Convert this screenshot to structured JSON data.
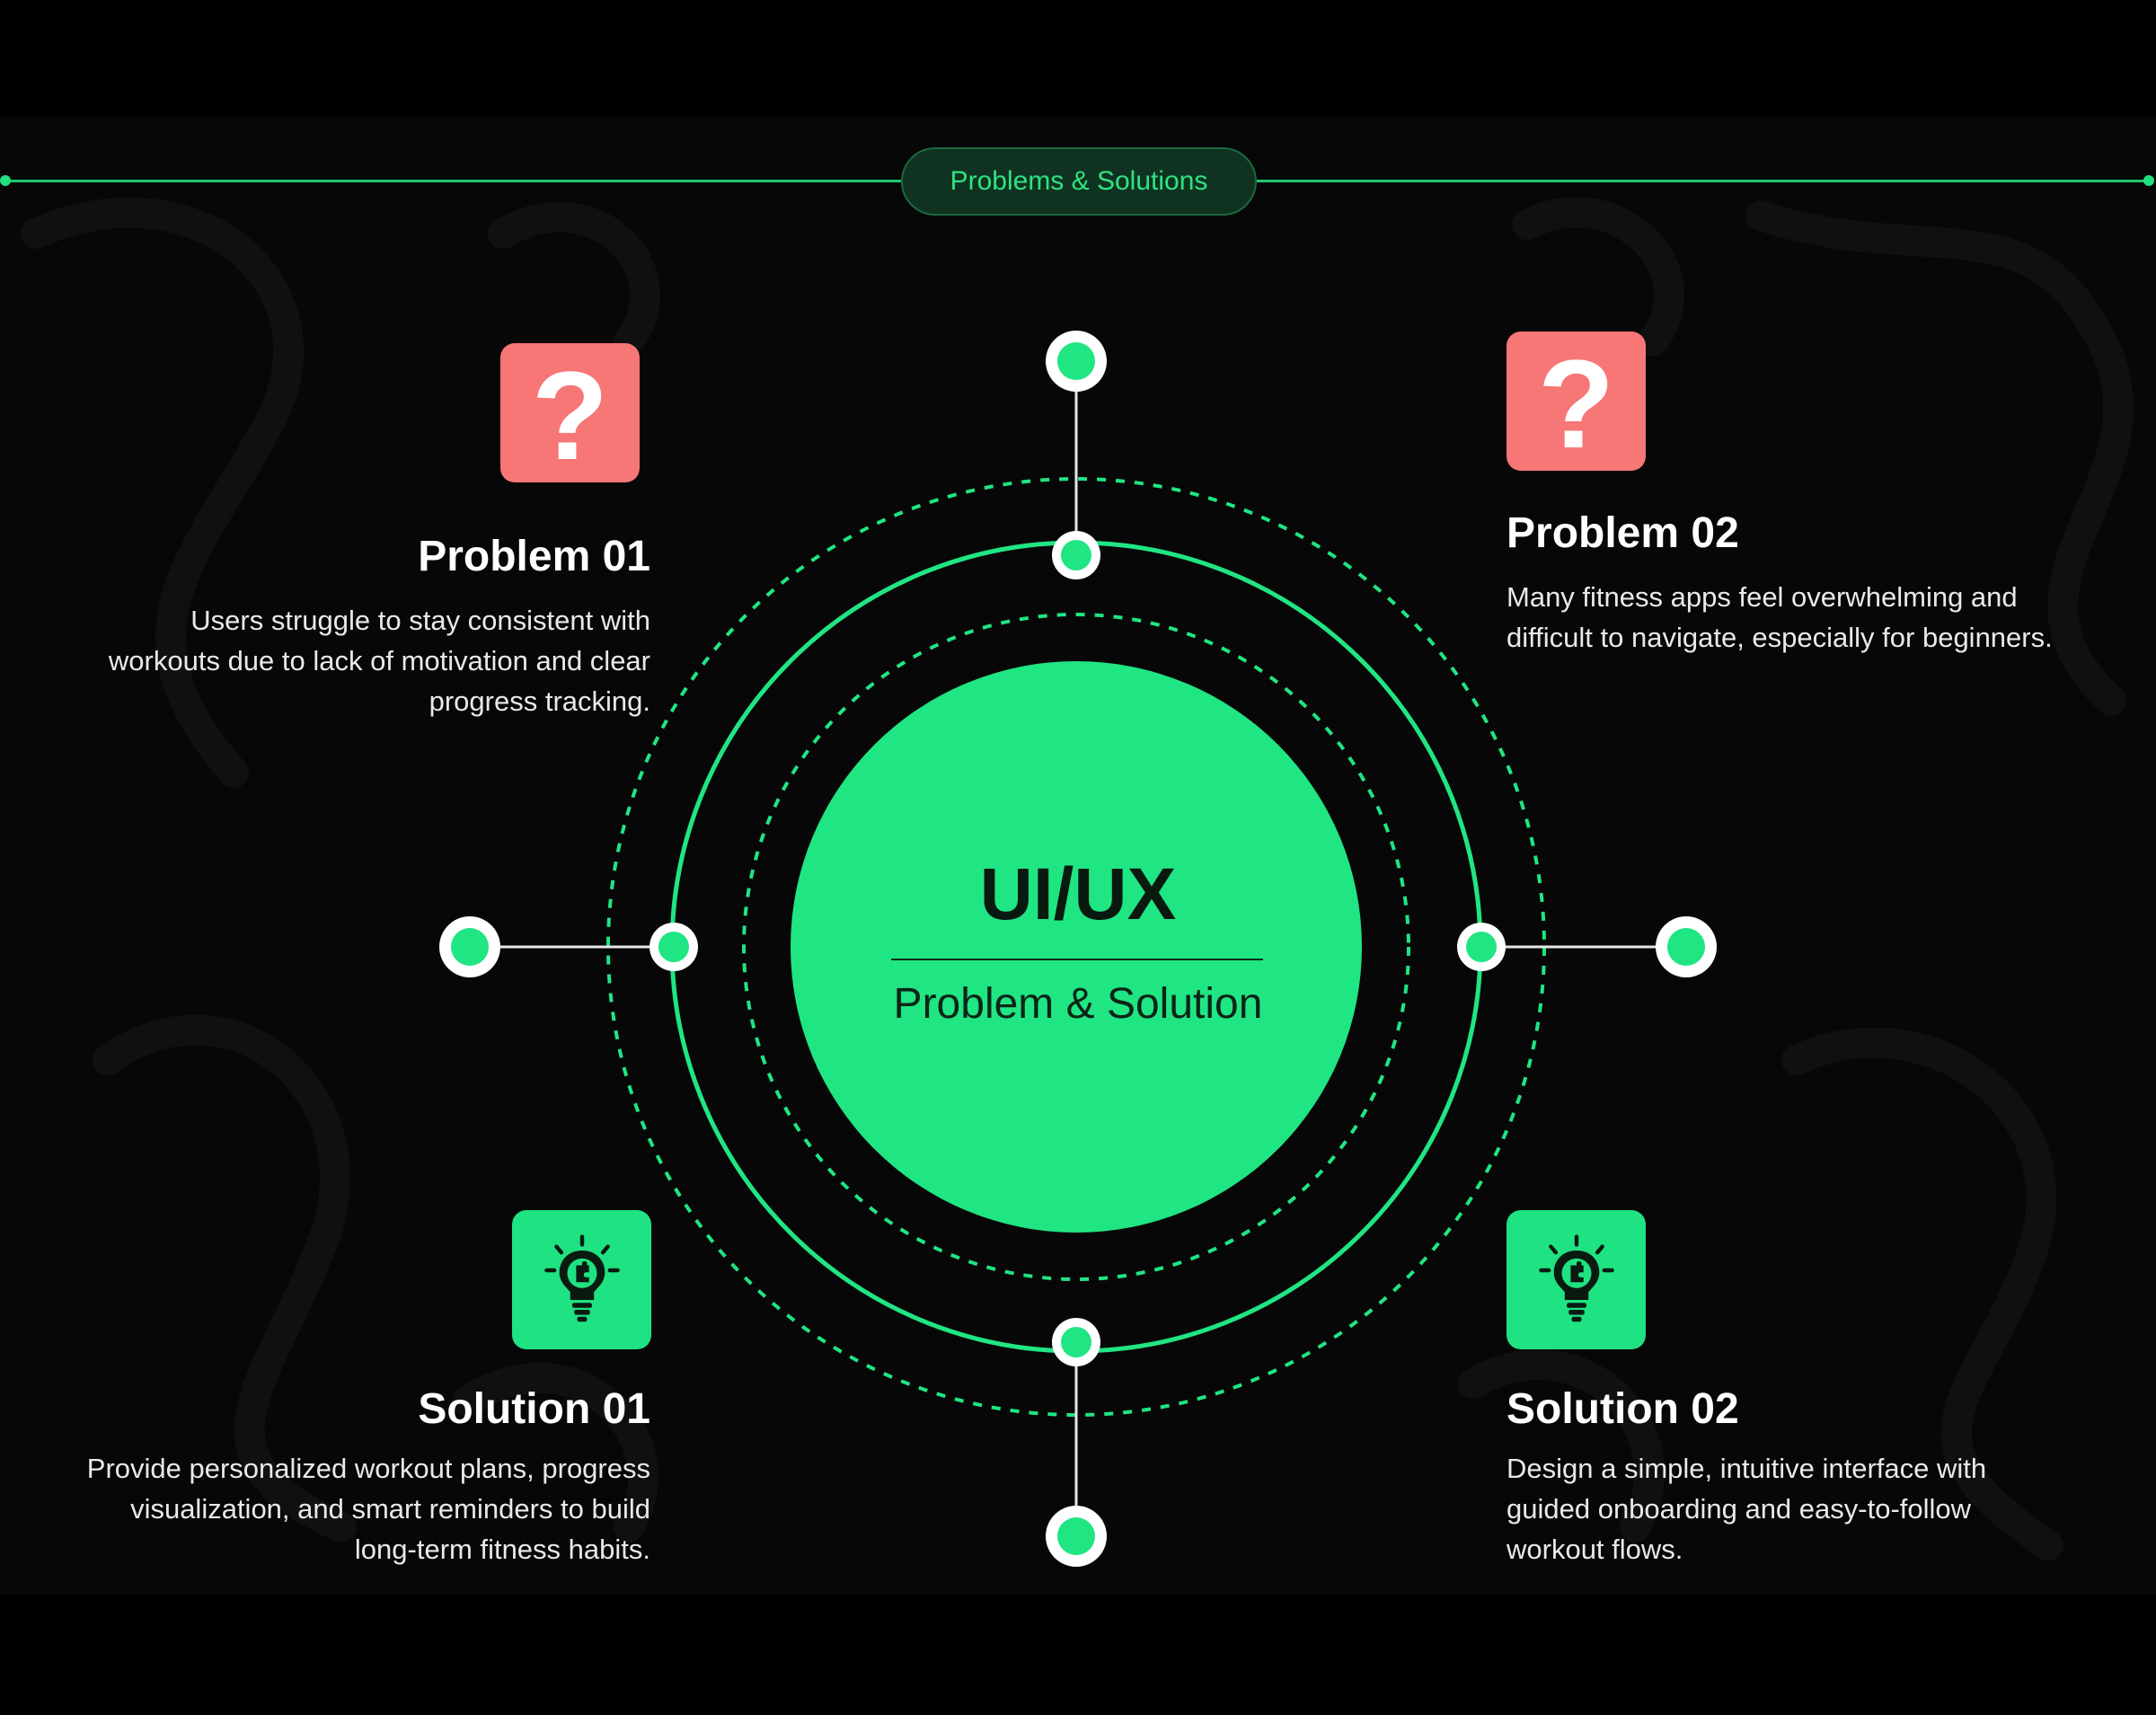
{
  "header": {
    "pill_label": "Problems & Solutions"
  },
  "center": {
    "title": "UI/UX",
    "subtitle": "Problem & Solution"
  },
  "problems": [
    {
      "icon": "question-mark-icon",
      "title": "Problem 01",
      "lines": [
        "Users struggle to stay consistent with",
        "workouts due to lack of motivation and clear",
        "progress tracking."
      ]
    },
    {
      "icon": "question-mark-icon",
      "title": "Problem 02",
      "lines": [
        "Many fitness apps feel overwhelming and",
        "difficult to navigate, especially for beginners."
      ]
    }
  ],
  "solutions": [
    {
      "icon": "lightbulb-puzzle-icon",
      "title": "Solution 01",
      "lines": [
        "Provide personalized workout plans, progress",
        "visualization, and smart reminders to build",
        "long-term fitness habits."
      ]
    },
    {
      "icon": "lightbulb-puzzle-icon",
      "title": "Solution 02",
      "lines": [
        "Design a simple, intuitive interface with",
        "guided onboarding and easy-to-follow",
        "workout flows."
      ]
    }
  ],
  "icons": {
    "question_glyph": "?"
  },
  "colors": {
    "accent": "#20e583",
    "problem_icon_bg": "#f77676",
    "solution_icon_bg": "#1fe282",
    "background": "#000000"
  }
}
